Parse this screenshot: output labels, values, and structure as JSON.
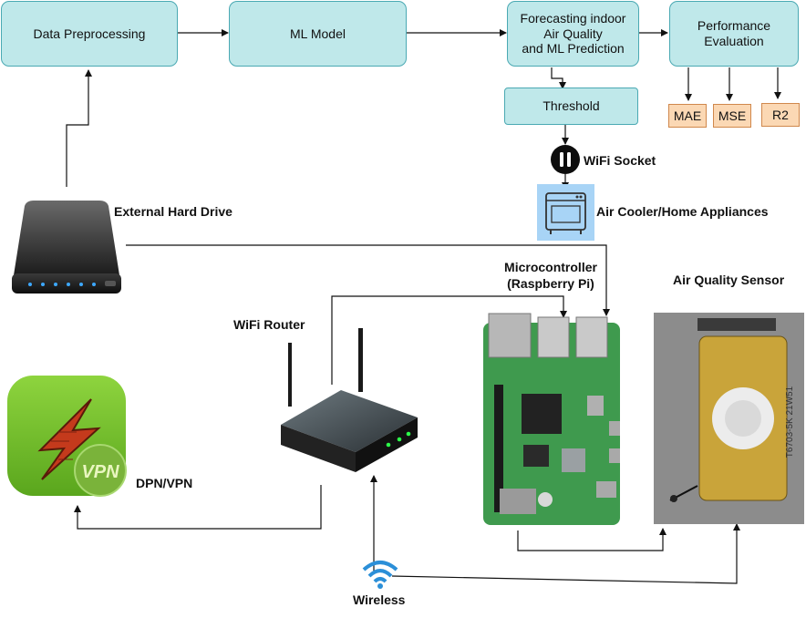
{
  "blocks": {
    "preprocessing": "Data Preprocessing",
    "ml_model": "ML Model",
    "forecasting": "Forecasting indoor\nAir Quality\nand ML Prediction",
    "performance": "Performance\nEvaluation",
    "threshold": "Threshold"
  },
  "metrics": {
    "mae": "MAE",
    "mse": "MSE",
    "r2": "R2"
  },
  "labels": {
    "wifi_socket": "WiFi Socket",
    "air_cooler": "Air Cooler/Home Appliances",
    "hard_drive": "External Hard Drive",
    "microcontroller": "Microcontroller\n(Raspberry Pi)",
    "air_sensor": "Air Quality Sensor",
    "wifi_router": "WiFi Router",
    "vpn": "DPN/VPN",
    "wireless": "Wireless"
  },
  "icons": {
    "vpn_badge": "VPN",
    "sensor_text": "T6703-5K\n21W51"
  },
  "colors": {
    "block_fill": "#bfe8ea",
    "block_border": "#4aa9b3",
    "metric_fill": "#fbd8b4",
    "metric_border": "#d0884c",
    "vpn_green": "#7cc52f",
    "pcb_green": "#3f9a4e",
    "wifi_blue": "#2b8fd8"
  }
}
